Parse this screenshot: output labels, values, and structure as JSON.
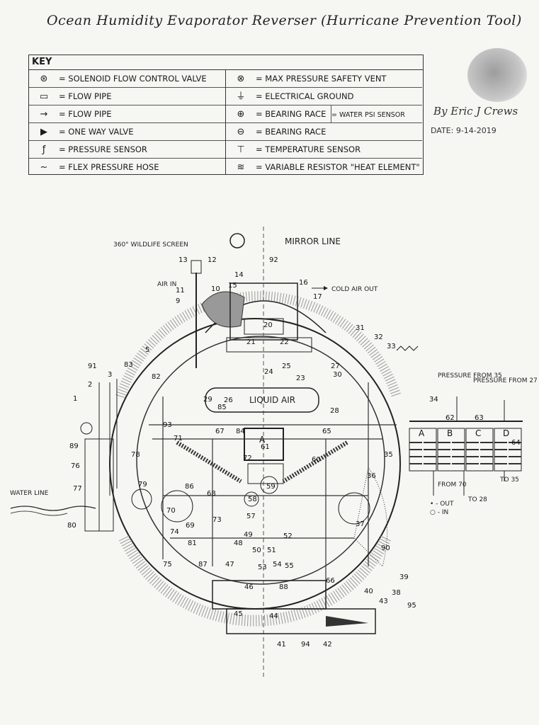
{
  "title": "Ocean Humidity Evaporator Reverser (Hurricane Prevention Tool)",
  "key": {
    "heading": "KEY",
    "left": [
      {
        "icon": "solenoid-valve-icon",
        "glyph": "⊛",
        "label": "= SOLENOID FLOW CONTROL VALVE"
      },
      {
        "icon": "flow-pipe-icon",
        "glyph": "▭",
        "label": "= FLOW PIPE"
      },
      {
        "icon": "flow-pipe-arrow-icon",
        "glyph": "→",
        "label": "= FLOW PIPE"
      },
      {
        "icon": "one-way-valve-icon",
        "glyph": "▶",
        "label": "= ONE WAY VALVE"
      },
      {
        "icon": "pressure-sensor-icon",
        "glyph": "ƒ",
        "label": "= PRESSURE SENSOR"
      },
      {
        "icon": "flex-hose-icon",
        "glyph": "∼",
        "label": "= FLEX PRESSURE HOSE"
      }
    ],
    "right": [
      {
        "icon": "safety-vent-icon",
        "glyph": "⊗",
        "label": "= MAX PRESSURE SAFETY VENT"
      },
      {
        "icon": "ground-icon",
        "glyph": "⏚",
        "label": "= ELECTRICAL GROUND"
      },
      {
        "icon": "bearing-race-icon",
        "glyph": "⊕",
        "label": "= BEARING RACE",
        "extra": "= WATER PSI SENSOR"
      },
      {
        "icon": "bearing-race-2-icon",
        "glyph": "⊖",
        "label": "= BEARING RACE"
      },
      {
        "icon": "temperature-sensor-icon",
        "glyph": "⊤",
        "label": "= TEMPERATURE SENSOR"
      },
      {
        "icon": "heat-element-icon",
        "glyph": "≋",
        "label": "= VARIABLE RESISTOR \"HEAT ELEMENT\""
      }
    ]
  },
  "signature": "By Eric J Crews",
  "date": "DATE: 9-14-2019",
  "labels": {
    "wildlife_screen": "360° WILDLIFE SCREEN",
    "mirror_line": "MIRROR LINE",
    "cold_air_out": "COLD AIR OUT",
    "air_in": "AIR IN",
    "liquid_air": "LIQUID AIR",
    "water_line": "WATER LINE",
    "pressure_from_35": "PRESSURE FROM 35",
    "pressure_from_27": "PRESSURE FROM 27",
    "to_35": "TO 35",
    "to_28": "TO 28",
    "from_70": "FROM 70",
    "out": "• - OUT",
    "in": "○ - IN"
  },
  "tanks": [
    "A",
    "B",
    "C",
    "D"
  ],
  "center_tank": "A",
  "numbers": [
    "1",
    "2",
    "3",
    "5",
    "9",
    "10",
    "11",
    "12",
    "13",
    "14",
    "15",
    "16",
    "17",
    "20",
    "21",
    "22",
    "23",
    "24",
    "25",
    "26",
    "27",
    "28",
    "29",
    "30",
    "31",
    "32",
    "33",
    "34",
    "35",
    "36",
    "37",
    "38",
    "39",
    "40",
    "41",
    "42",
    "43",
    "44",
    "45",
    "46",
    "47",
    "48",
    "49",
    "50",
    "51",
    "52",
    "53",
    "54",
    "55",
    "57",
    "58",
    "59",
    "60",
    "61",
    "62",
    "63",
    "64",
    "65",
    "66",
    "67",
    "68",
    "69",
    "70",
    "71",
    "72",
    "73",
    "74",
    "75",
    "76",
    "77",
    "78",
    "79",
    "80",
    "81",
    "82",
    "83",
    "84",
    "85",
    "86",
    "87",
    "88",
    "89",
    "90",
    "91",
    "92",
    "93",
    "94",
    "95"
  ]
}
